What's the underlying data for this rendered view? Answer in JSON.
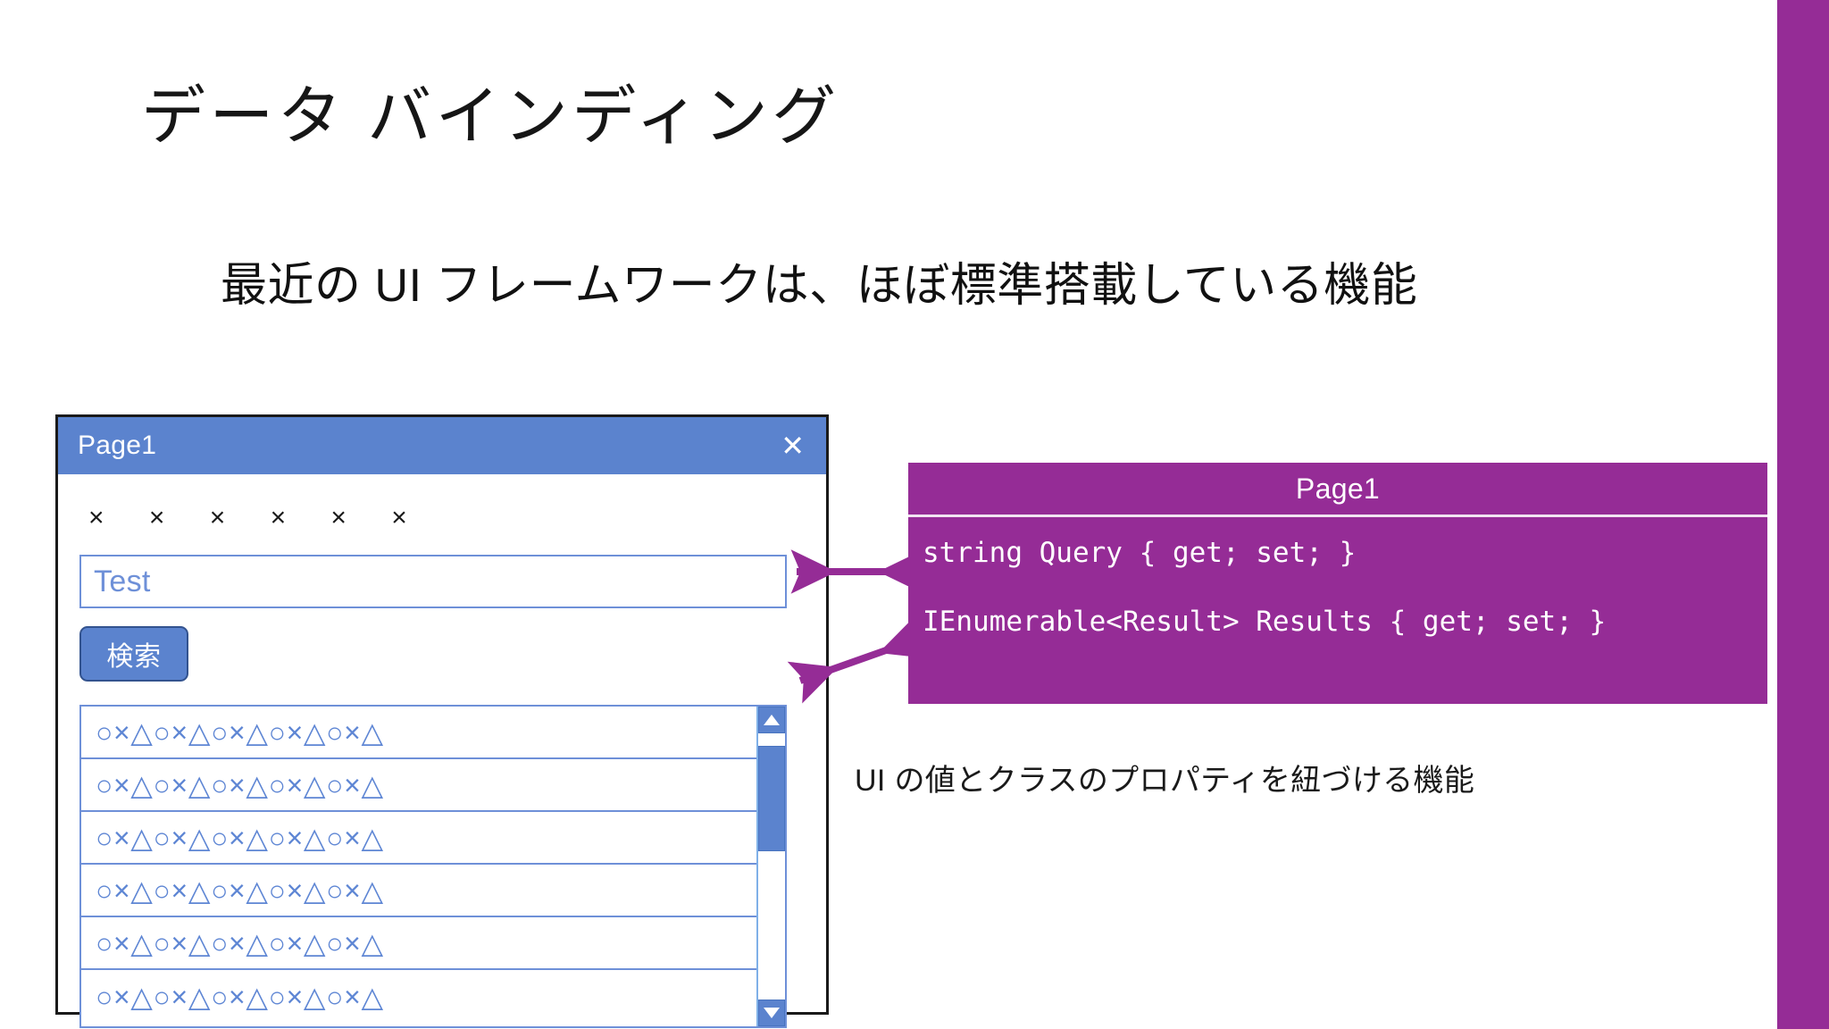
{
  "slide": {
    "title": "データ バインディング",
    "subtitle": "最近の UI フレームワークは、ほぼ標準搭載している機能",
    "accent_color": "#952C96"
  },
  "mock_window": {
    "title": "Page1",
    "close_icon_glyph": "✕",
    "marker_row": "× × × × × ×",
    "query_input": {
      "value": "Test",
      "placeholder": "Test"
    },
    "search_button_label": "検索",
    "result_list": {
      "rows": [
        "○×△○×△○×△○×△○×△",
        "○×△○×△○×△○×△○×△",
        "○×△○×△○×△○×△○×△",
        "○×△○×△○×△○×△○×△",
        "○×△○×△○×△○×△○×△",
        "○×△○×△○×△○×△○×△"
      ]
    },
    "scrollbar": {
      "up_arrow": "▲",
      "down_arrow": "▼"
    }
  },
  "class_box": {
    "header": "Page1",
    "members": [
      "string Query { get; set; }",
      "IEnumerable<Result> Results { get; set; }"
    ],
    "fill_color": "#952C96"
  },
  "binding_caption": "UI の値とクラスのプロパティを紐づける機能",
  "connectors": {
    "arrow_color": "#952C96",
    "query_binding_arrow": "double-headed-horizontal-arrow",
    "results_binding_arrow": "double-headed-diagonal-arrow"
  }
}
